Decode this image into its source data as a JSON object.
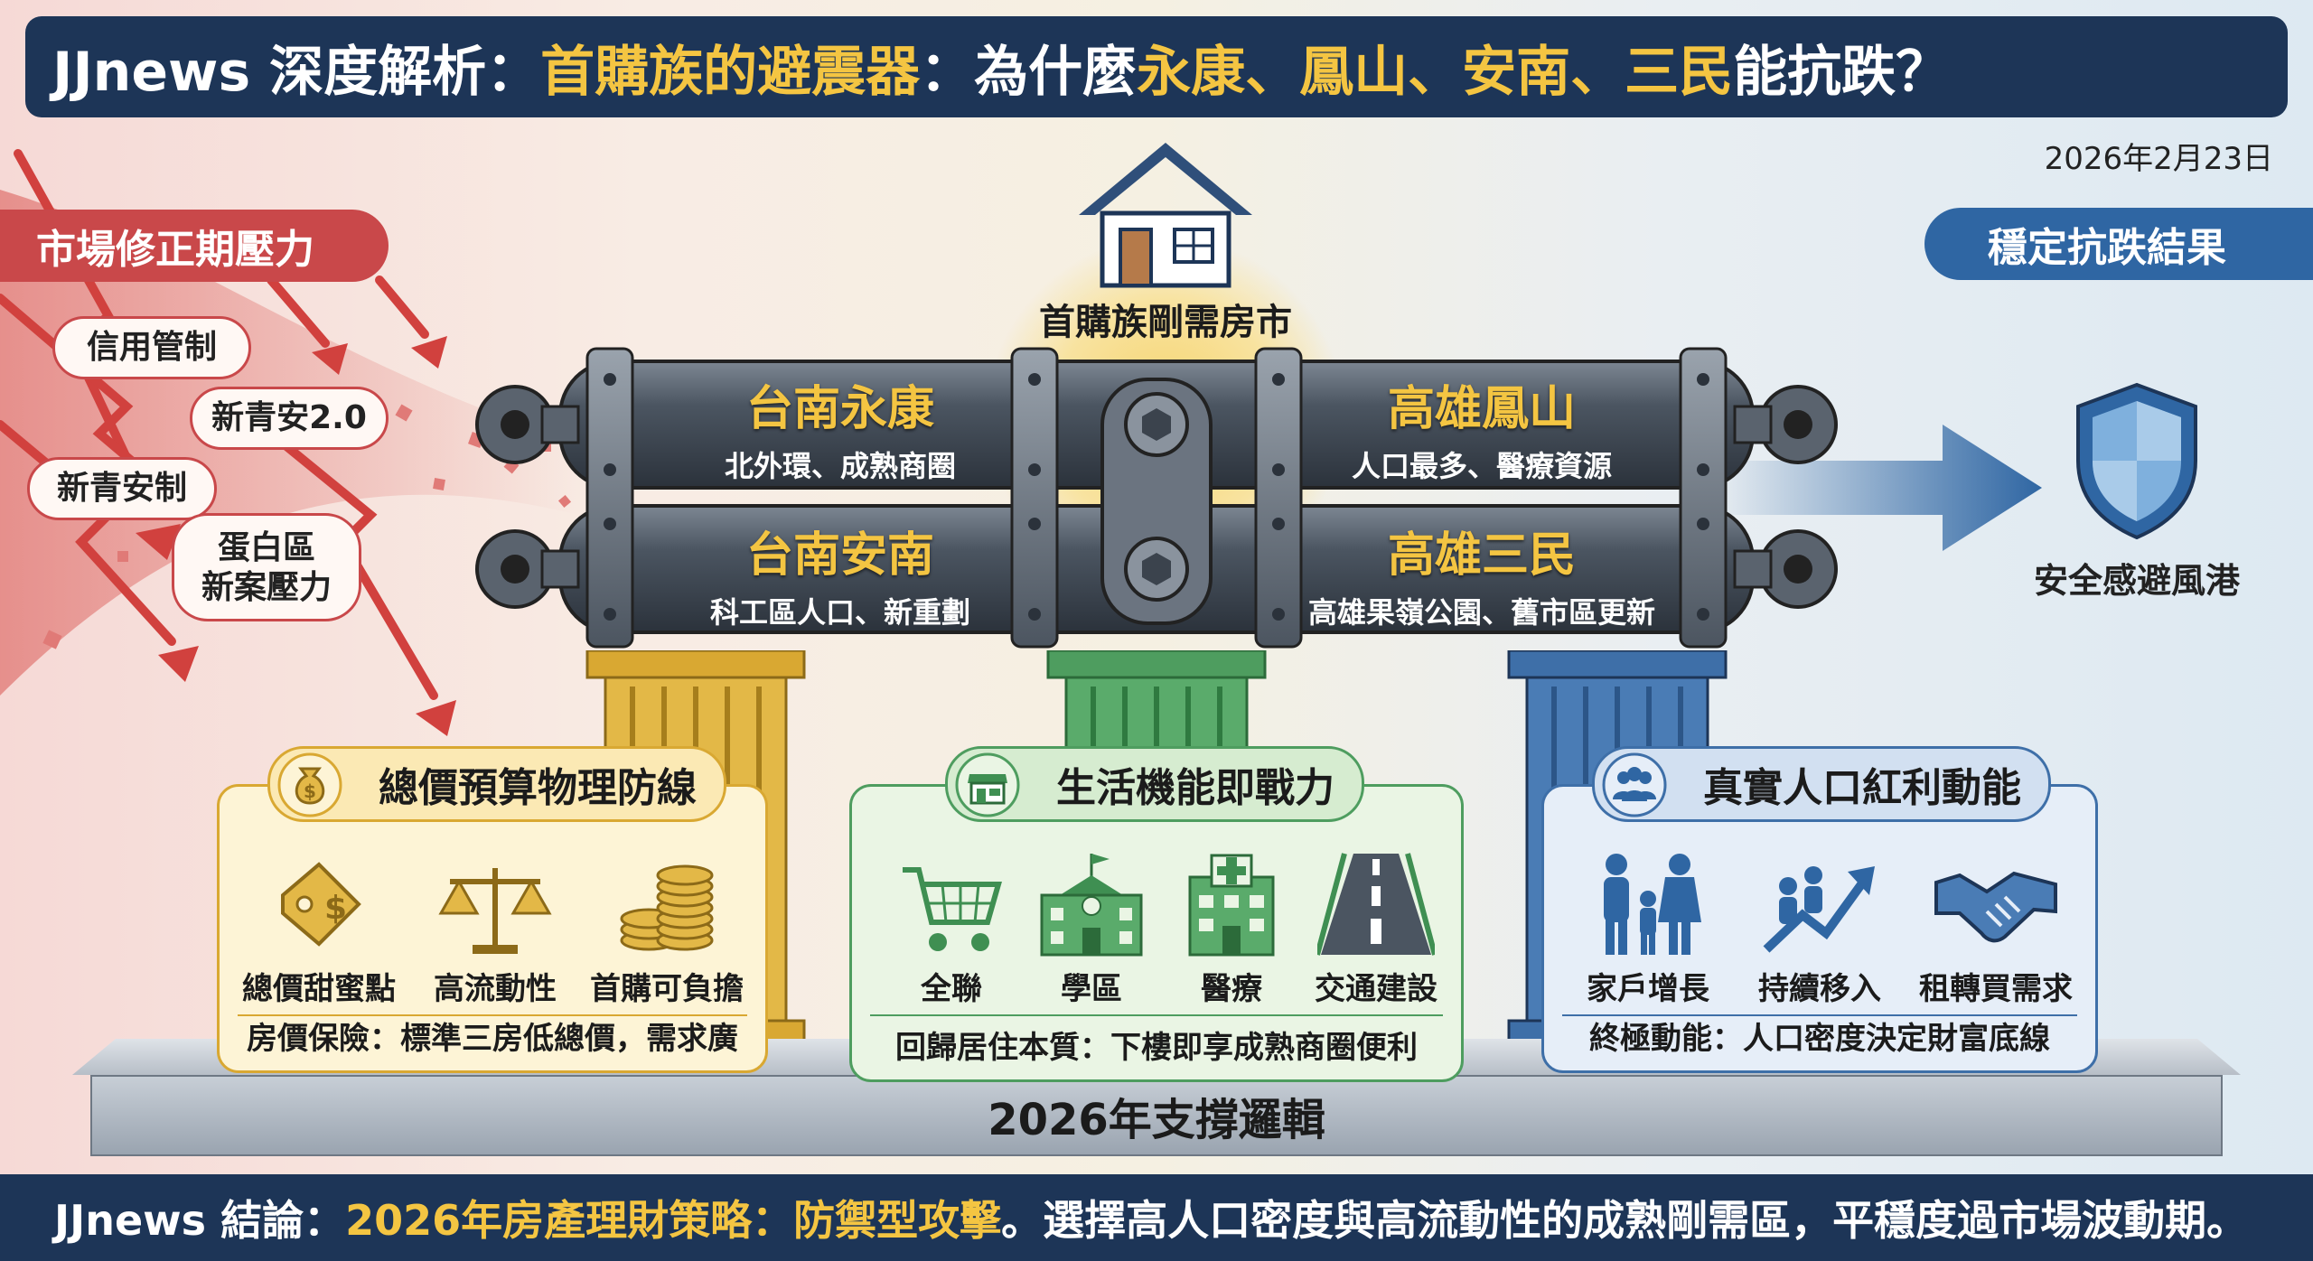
{
  "header": {
    "title_prefix": "JJnews 深度解析：",
    "title_highlight": "首購族的避震器",
    "title_mid": "：為什麼",
    "title_highlight2": "永康、鳳山、安南、三民",
    "title_suffix": "能抗跌？",
    "date": "2026年2月23日"
  },
  "left": {
    "ribbon": "市場修正期壓力",
    "bubbles": [
      "信用管制",
      "新青安2.0",
      "新青安制",
      "蛋白區\n新案壓力"
    ]
  },
  "center": {
    "house_label": "首購族剛需房市",
    "districts": [
      {
        "name": "台南永康",
        "sub": "北外環、成熟商圈"
      },
      {
        "name": "高雄鳳山",
        "sub": "人口最多、醫療資源"
      },
      {
        "name": "台南安南",
        "sub": "科工區人口、新重劃"
      },
      {
        "name": "高雄三民",
        "sub": "高雄果嶺公園、舊市區更新"
      }
    ],
    "base_label": "2026年支撐邏輯"
  },
  "right": {
    "ribbon": "穩定抗跌結果",
    "shield_label": "安全感避風港"
  },
  "pillars": [
    {
      "title": "總價預算物理防線",
      "icon": "money-bag-icon",
      "items": [
        {
          "label": "總價甜蜜點",
          "icon": "price-tag-icon"
        },
        {
          "label": "高流動性",
          "icon": "scale-icon"
        },
        {
          "label": "首購可負擔",
          "icon": "coins-icon"
        }
      ],
      "footer": "房價保險：標準三房低總價，需求廣"
    },
    {
      "title": "生活機能即戰力",
      "icon": "store-icon",
      "items": [
        {
          "label": "全聯",
          "icon": "cart-icon"
        },
        {
          "label": "學區",
          "icon": "school-icon"
        },
        {
          "label": "醫療",
          "icon": "hospital-icon"
        },
        {
          "label": "交通建設",
          "icon": "road-icon"
        }
      ],
      "footer": "回歸居住本質：下樓即享成熟商圈便利"
    },
    {
      "title": "真實人口紅利動能",
      "icon": "people-icon",
      "items": [
        {
          "label": "家戶增長",
          "icon": "family-icon"
        },
        {
          "label": "持續移入",
          "icon": "growth-icon"
        },
        {
          "label": "租轉買需求",
          "icon": "handshake-icon"
        }
      ],
      "footer": "終極動能：人口密度決定財富底線"
    }
  ],
  "footer": {
    "prefix": "JJnews 結論：",
    "highlight": "2026年房產理財策略：防禦型攻擊",
    "suffix": "。選擇高人口密度與高流動性的成熟剛需區，平穩度過市場波動期。"
  },
  "colors": {
    "navy": "#1d3557",
    "gold": "#f4c542",
    "red": "#c9484a",
    "blue": "#2f66a3",
    "green": "#3f8f52"
  }
}
